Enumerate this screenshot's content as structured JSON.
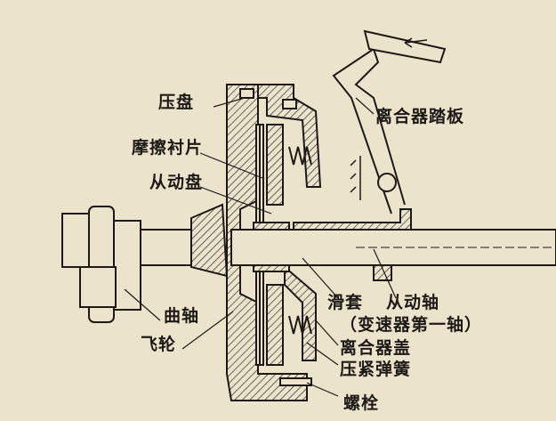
{
  "labels": {
    "pressure_plate": "压盘",
    "friction_lining": "摩擦衬片",
    "driven_disc": "从动盘",
    "clutch_pedal": "离合器踏板",
    "crankshaft": "曲轴",
    "flywheel": "飞轮",
    "sliding_sleeve": "滑套",
    "driven_shaft": "从动轴",
    "driven_shaft_note": "（变速器第一轴）",
    "clutch_cover": "离合器盖",
    "pressure_spring": "压紧弹簧",
    "bolt": "螺栓"
  },
  "colors": {
    "background": "#ebe3cc",
    "ink": "#1d1a16"
  }
}
